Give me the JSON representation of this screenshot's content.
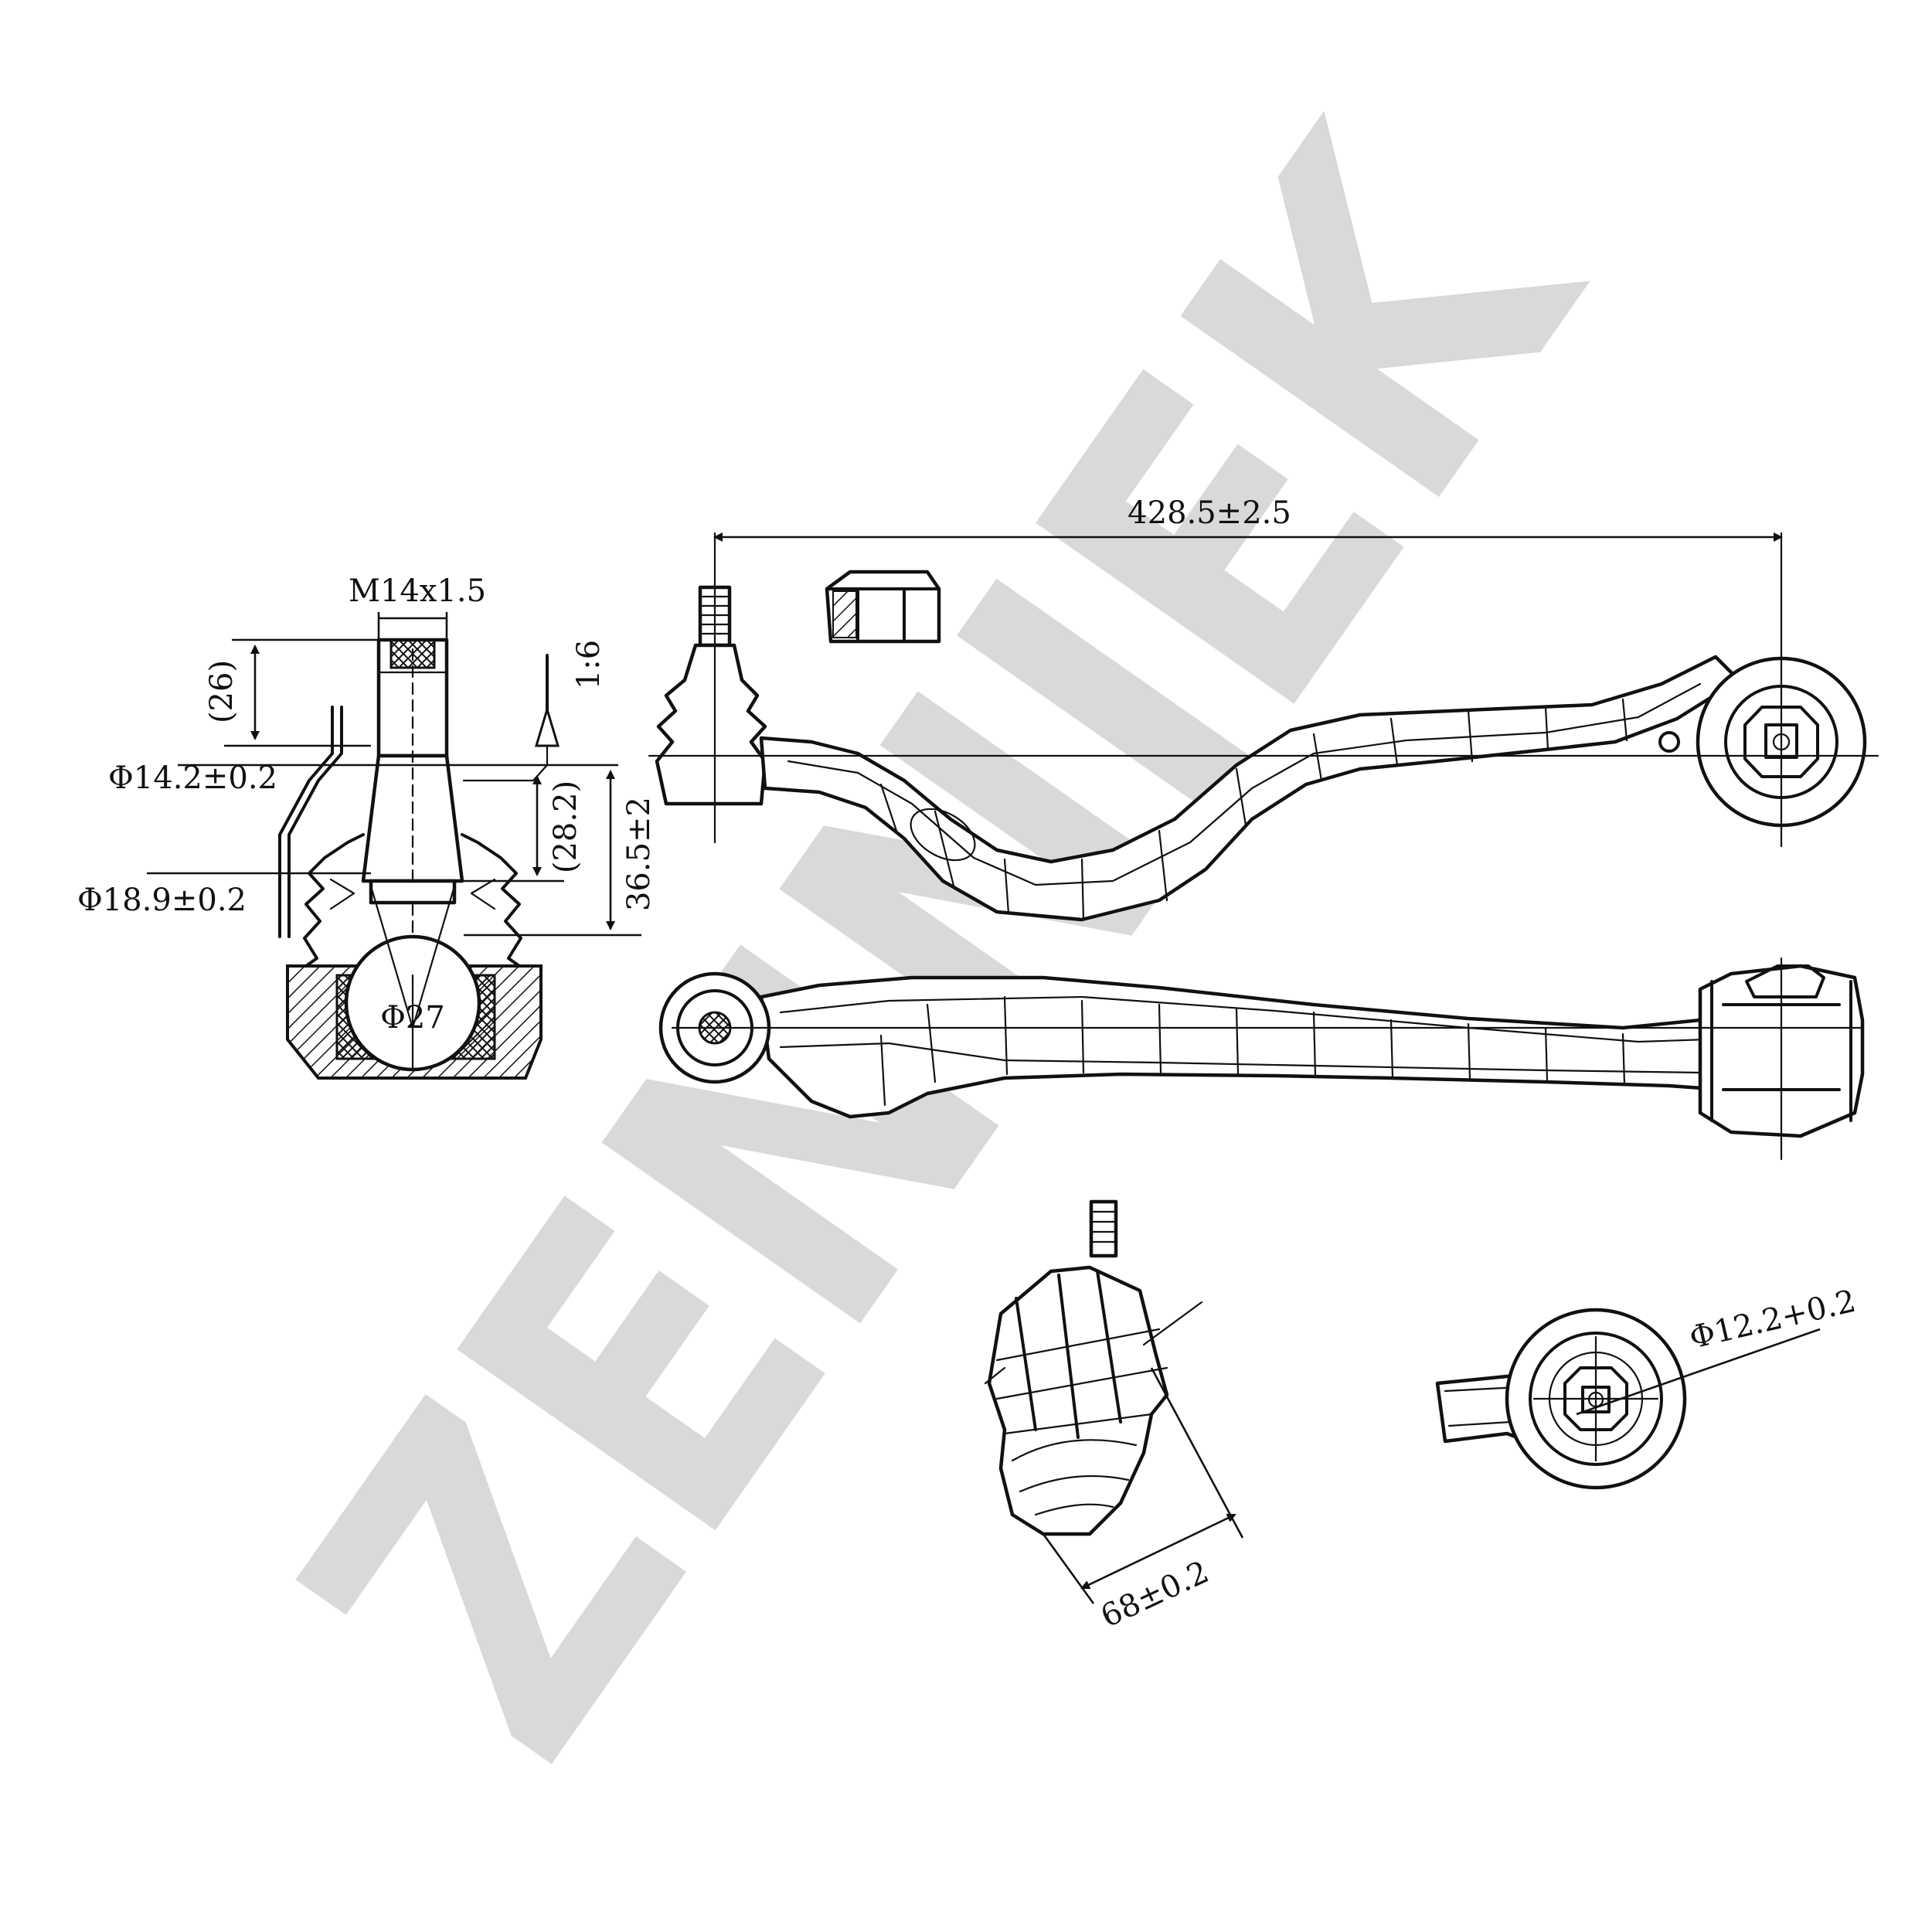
{
  "watermark": {
    "text": "ZENNIEK",
    "color": "#d9d9d9"
  },
  "dimensions": {
    "total_length": "428.5±2.5",
    "thread": "M14x1.5",
    "thread_length": "(26)",
    "taper": "1:6",
    "pin_diameter": "Φ14.2±0.2",
    "taper_height": "(28.2)",
    "shoulder_height": "36.5±2",
    "neck_diameter": "Φ18.9±0.2",
    "ball_diameter": "Φ27",
    "bushing_width": "68±0.2",
    "bushing_bore": "Φ12.2+0.2"
  }
}
